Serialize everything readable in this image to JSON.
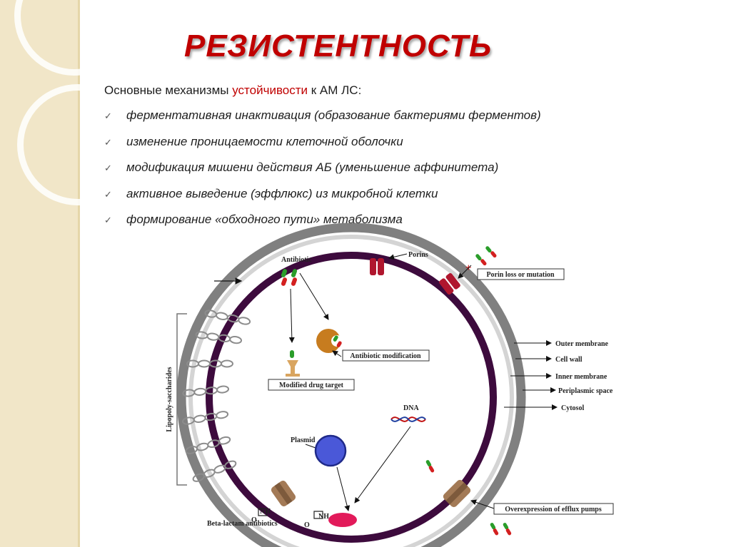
{
  "slide": {
    "title": "РЕЗИСТЕНТНОСТЬ",
    "intro_before": "Основные механизмы ",
    "intro_accent": "устойчивости",
    "intro_after": " к АМ ЛС:",
    "bullets": [
      {
        "label": "ферментативная инактивация (образование бактериями ферментов)"
      },
      {
        "label": "изменение проницаемости клеточной оболочки"
      },
      {
        "label": "модификация мишени действия АБ  (уменьшение аффинитета)"
      },
      {
        "label": "активное выведение (эффлюкс) из микробной клетки"
      },
      {
        "label": "формирование «обходного пути» метаболизма"
      }
    ],
    "check_symbol": "✓"
  },
  "diagram": {
    "labels": {
      "antibiotic": "Antibiotic",
      "porins": "Porins",
      "porin_loss": "Porin loss or mutation",
      "antibiotic_modification": "Antibiotic modification",
      "modified_drug_target": "Modified drug target",
      "outer_membrane": "Outer membrane",
      "cell_wall": "Cell wall",
      "inner_membrane": "Inner membrane",
      "periplasmic_space": "Periplasmic space",
      "cytosol": "Cytosol",
      "dna": "DNA",
      "plasmid": "Plasmid",
      "lipopoly": "Lipopoly-saccharides",
      "beta_lactam": "Beta-lactam antibiotics",
      "efflux": "Overexpression of efflux pumps",
      "nh": "NH",
      "o": "O",
      "blocked": "+"
    },
    "colors": {
      "accent_red": "#c00000",
      "outer_ring": "#808080",
      "inner_ring": "#3d0b3d",
      "plasmid": "#4a58d8",
      "porin": "#b0162e",
      "efflux_pump": "#a37a56",
      "enzyme": "#c77c1f",
      "target": "#d9a560"
    },
    "icons": [
      "porin-channel-icon",
      "efflux-pump-icon",
      "enzyme-icon",
      "drug-target-icon",
      "dna-helix-icon",
      "plasmid-icon",
      "antibiotic-molecule-icon"
    ]
  }
}
